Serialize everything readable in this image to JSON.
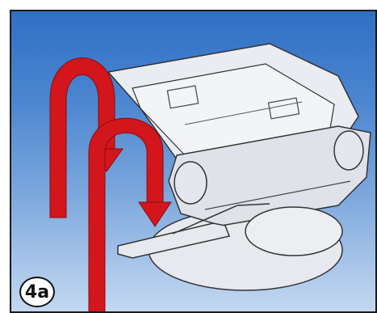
{
  "step": {
    "label": "4a"
  },
  "colors": {
    "background_top": "#2f6fc4",
    "background_bottom": "#c3d8f1",
    "arrow": "#d3161b",
    "device": "#dfe2e8",
    "outline": "#222222"
  },
  "icons": {
    "large_arrow": "u-turn-arrow",
    "small_arrow": "u-turn-arrow-down"
  }
}
